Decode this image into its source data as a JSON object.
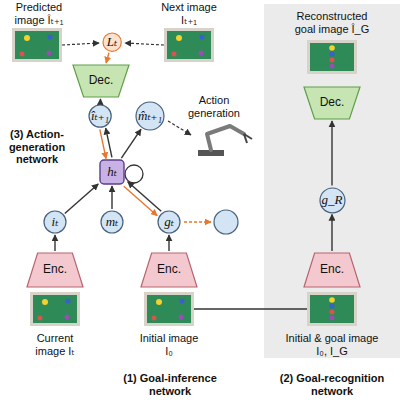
{
  "diagram": {
    "nodes": [
      {
        "text": [
          "Lₜ"
        ]
      },
      {
        "text": [
          "Dec."
        ]
      },
      {
        "text": [
          "îₜ₊₁"
        ]
      },
      {
        "text": [
          "m̂ₜ₊₁"
        ]
      },
      {
        "text": [
          "hₜ"
        ]
      },
      {
        "text": [
          "iₜ"
        ]
      },
      {
        "text": [
          "mₜ"
        ]
      },
      {
        "text": [
          "gₜ"
        ]
      },
      {
        "text": [
          "Enc."
        ]
      },
      {
        "text": [
          "Enc."
        ]
      },
      {
        "text": [
          "Reconstructed goal image Î_G"
        ]
      },
      {
        "text": [
          "Dec."
        ],
        "in": 10
      },
      {
        "text": [
          "g_R"
        ],
        "in": 10
      },
      {
        "text": [
          "Enc."
        ],
        "in": 10
      }
    ],
    "edges": [
      {
        "from": 0,
        "to": 1,
        "arrow": "to"
      },
      {
        "from": 2,
        "to": 1,
        "arrow": "to"
      },
      {
        "from": 4,
        "to": 2,
        "arrow": "to"
      },
      {
        "from": 2,
        "to": 4,
        "arrow": "to"
      },
      {
        "from": 4,
        "to": 3,
        "arrow": "to"
      },
      {
        "from": 5,
        "to": 4,
        "arrow": "to"
      },
      {
        "from": 6,
        "to": 4,
        "arrow": "to"
      },
      {
        "from": 7,
        "to": 4,
        "arrow": "to"
      },
      {
        "from": 4,
        "to": 7,
        "arrow": "to"
      },
      {
        "from": 8,
        "to": 5,
        "arrow": "to"
      },
      {
        "from": 9,
        "to": 7,
        "arrow": "to"
      },
      {
        "from": 13,
        "to": 12,
        "arrow": "to"
      },
      {
        "from": 12,
        "to": 11,
        "arrow": "to"
      }
    ],
    "labels": [
      "Predicted image Îₜ₊₁",
      "Next image Iₜ₊₁",
      "Action generation",
      "(3) Action-generation network",
      "Current image Iₜ",
      "Initial image I₀",
      "(1) Goal-inference network",
      "Initial & goal image I₀, I_G",
      "(2) Goal-recognition network"
    ]
  }
}
